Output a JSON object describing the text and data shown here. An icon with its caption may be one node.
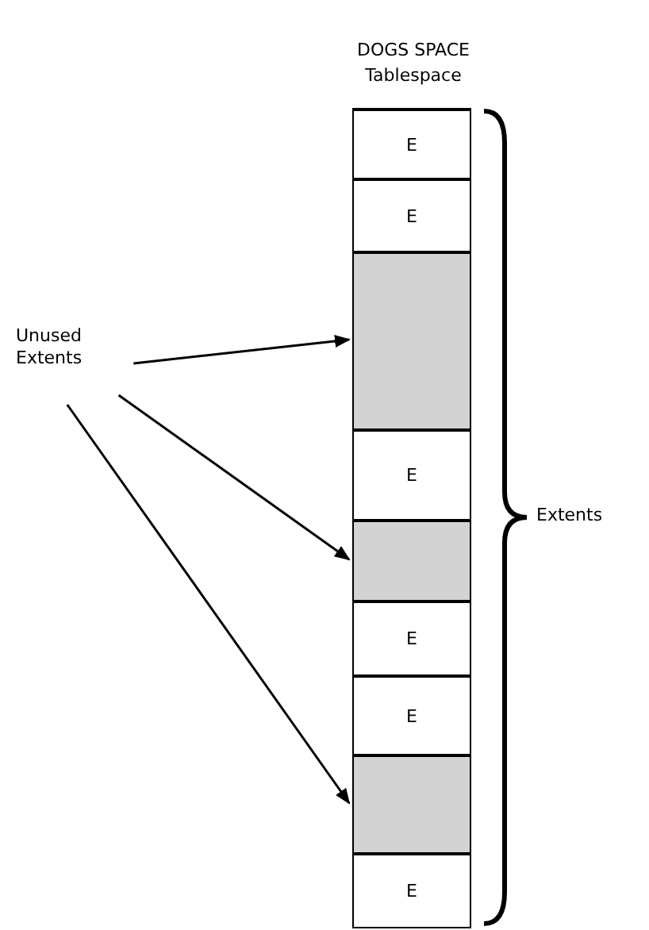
{
  "diagram": {
    "nodes": [
      {
        "text": [
          "DOGS SPACE",
          "Tablespace"
        ]
      },
      {
        "text": [
          "E"
        ],
        "in": 0
      },
      {
        "text": [
          "E"
        ],
        "in": 0
      },
      {
        "text": [],
        "shape": "box",
        "in": 0
      },
      {
        "text": [
          "E"
        ],
        "in": 0
      },
      {
        "text": [],
        "shape": "box",
        "in": 0
      },
      {
        "text": [
          "E"
        ],
        "in": 0
      },
      {
        "text": [
          "E"
        ],
        "in": 0
      },
      {
        "text": [],
        "shape": "box",
        "in": 0
      },
      {
        "text": [
          "E"
        ],
        "in": 0
      },
      {
        "text": [
          "Unused Extents"
        ]
      }
    ],
    "edges": [
      {
        "from": 10,
        "to": 3,
        "arrow": "to"
      },
      {
        "from": 10,
        "to": 5,
        "arrow": "to"
      },
      {
        "from": 10,
        "to": 8,
        "arrow": "to"
      }
    ],
    "labels": [
      "Extents"
    ]
  }
}
